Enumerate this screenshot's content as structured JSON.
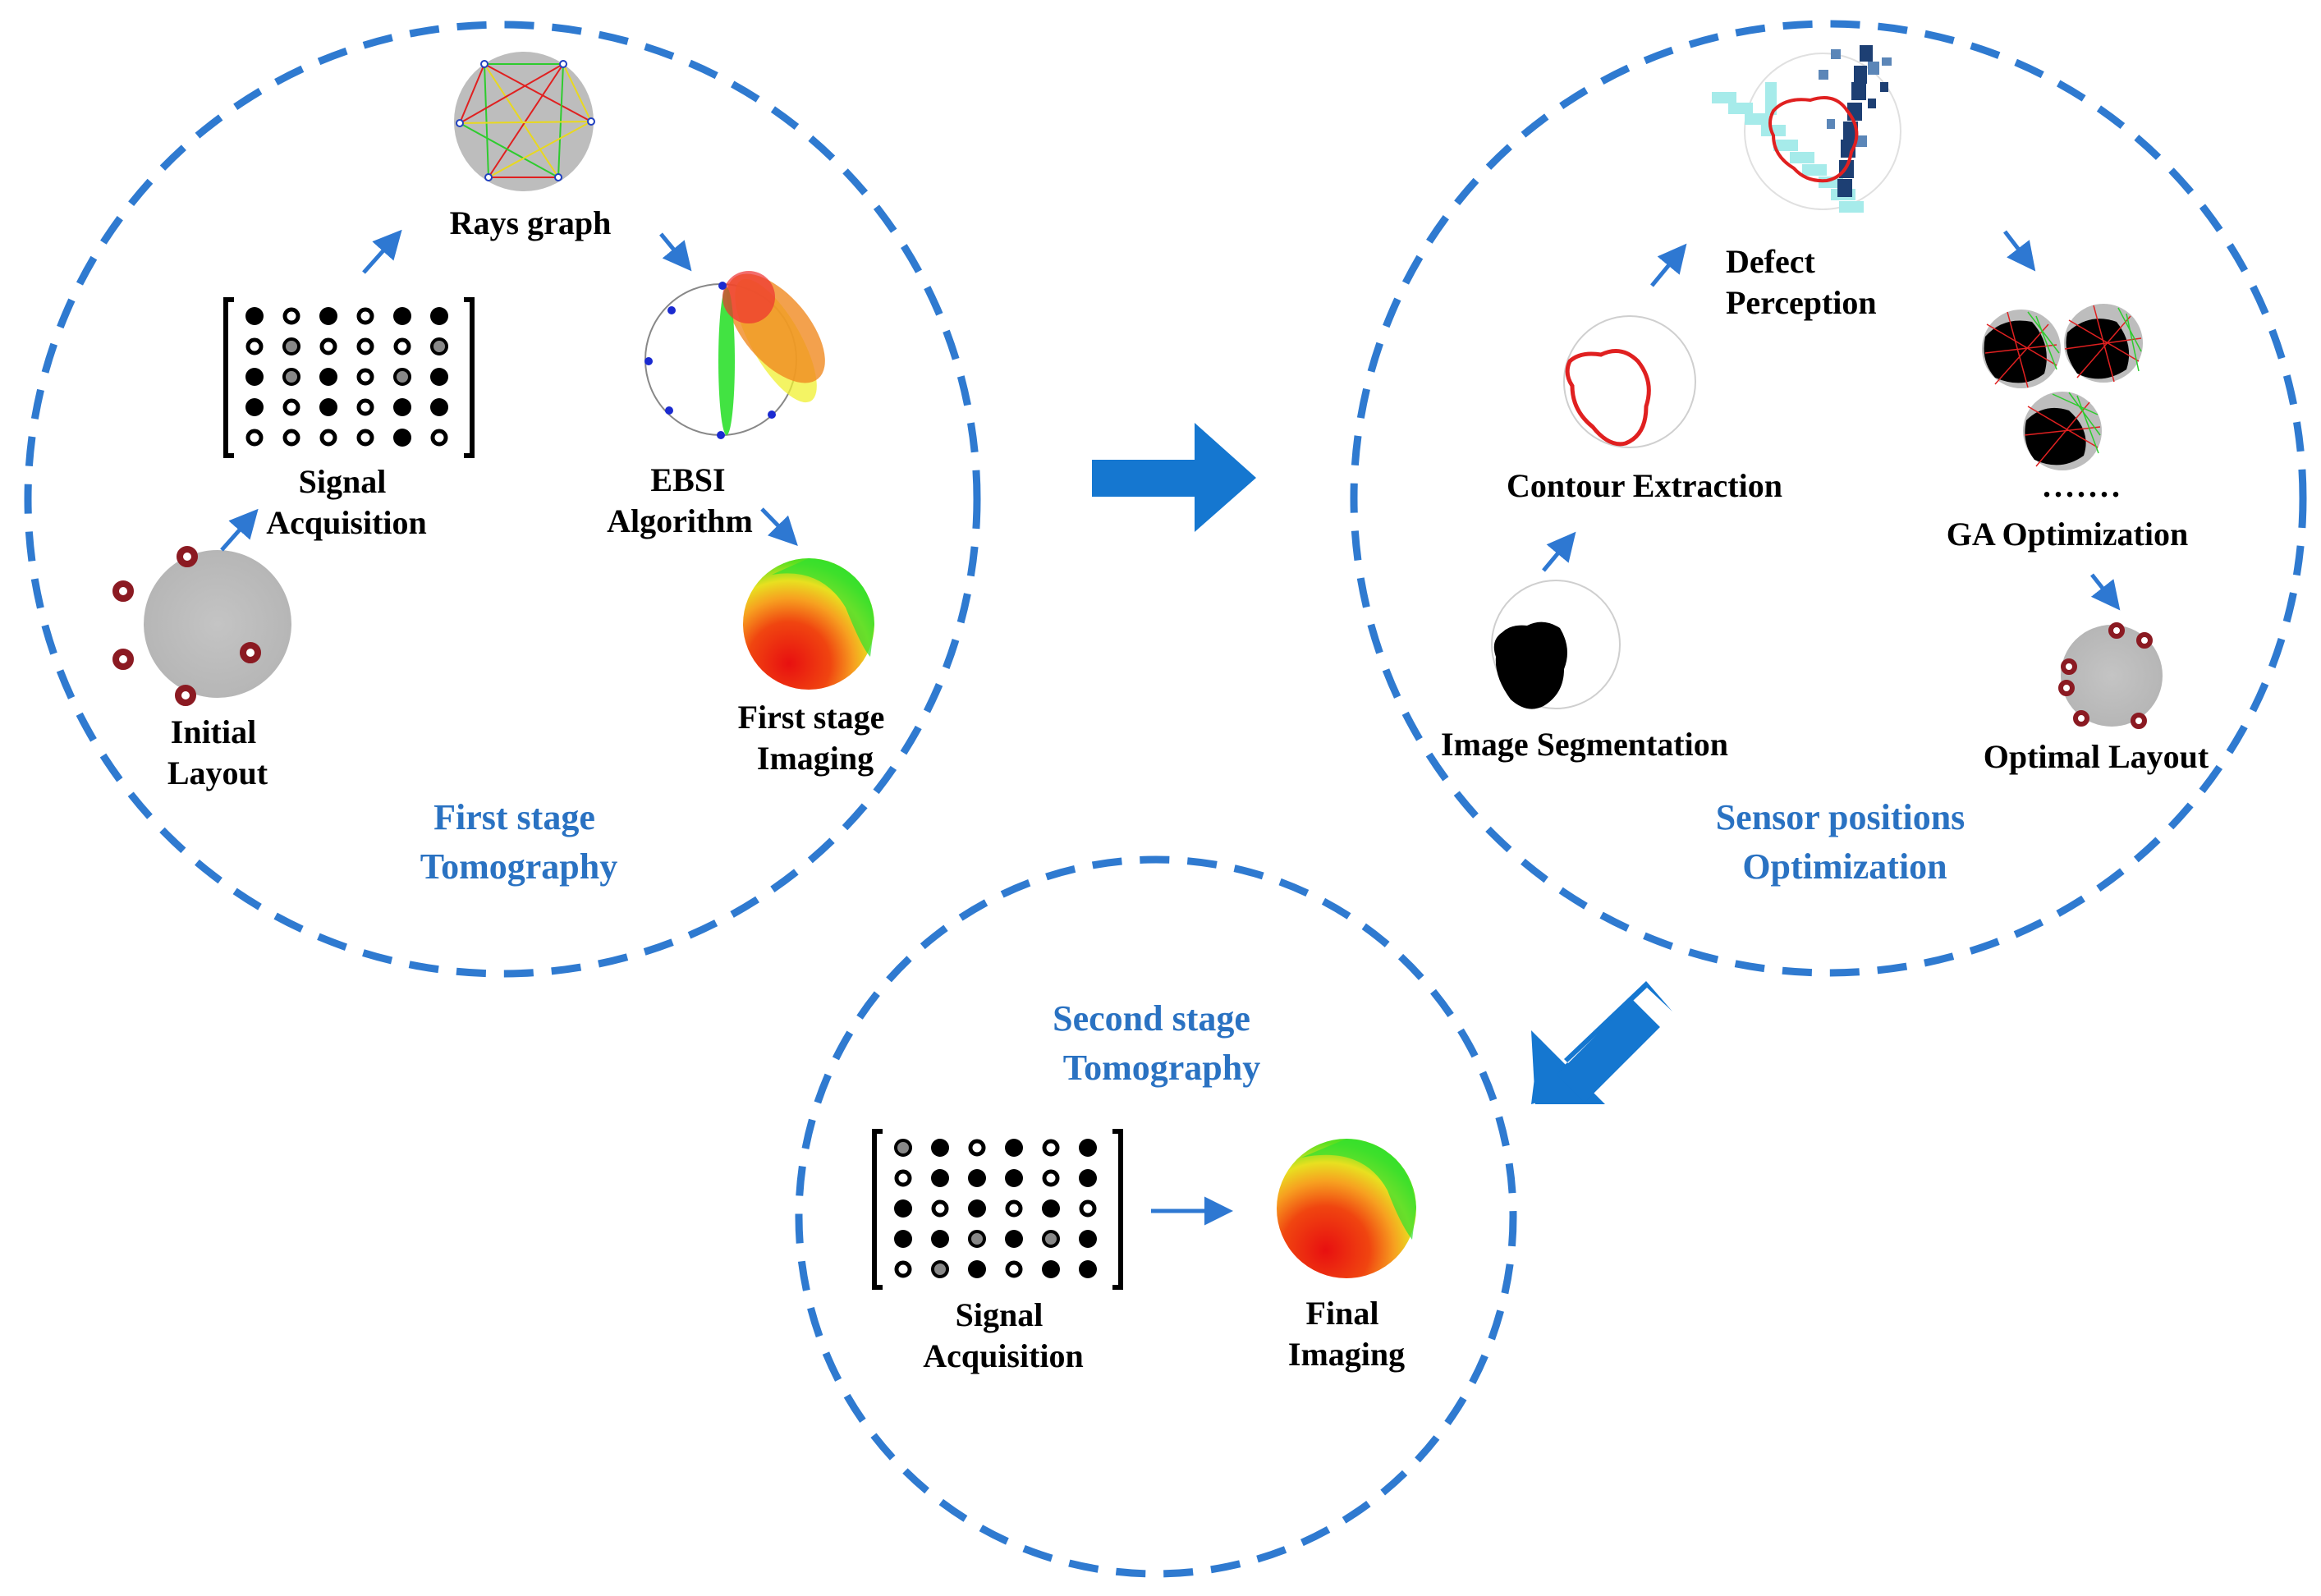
{
  "colors": {
    "dash_circle": "#2f7ad0",
    "stage_title": "#2a72c2",
    "arrow_small": "#2e78d2",
    "arrow_big": "#1577d0",
    "sensor": "#8b1a22",
    "disc_gray": "#bdbdbd",
    "defect_red": "#e02020",
    "defect_green": "#2ecc2e"
  },
  "stage1": {
    "title_line1": "First stage",
    "title_line2": "Tomography",
    "initial_layout": [
      "Initial",
      "Layout"
    ],
    "signal_acquisition": [
      "Signal",
      "Acquisition"
    ],
    "rays_graph": "Rays  graph",
    "ebsi": [
      "EBSI",
      "Algorithm"
    ],
    "first_imaging": [
      "First stage",
      "Imaging"
    ]
  },
  "stage2": {
    "title_line1": "Sensor positions",
    "title_line2": "Optimization",
    "image_segmentation": "Image Segmentation",
    "contour_extraction": "Contour Extraction",
    "defect_perception": [
      "Defect",
      "Perception"
    ],
    "ga_optimization": "GA Optimization",
    "optimal_layout": "Optimal Layout"
  },
  "stage3": {
    "title_line1": "Second stage",
    "title_line2": "Tomography",
    "signal_acquisition": [
      "Signal",
      "Acquisition"
    ],
    "final_imaging": [
      "Final",
      "Imaging"
    ]
  },
  "icons": {
    "matrix": "signal-matrix-icon",
    "sensor_disc": "sensor-layout-disc-icon",
    "rays": "rays-graph-icon",
    "ebsi": "ebsi-ellipses-icon",
    "heatmap": "tomography-heatmap-icon",
    "segmentation": "segmentation-mask-icon",
    "contour": "contour-icon",
    "perception": "defect-perception-pixels-icon",
    "ga": "ga-candidate-layouts-icon",
    "ellipsis": "......."
  }
}
